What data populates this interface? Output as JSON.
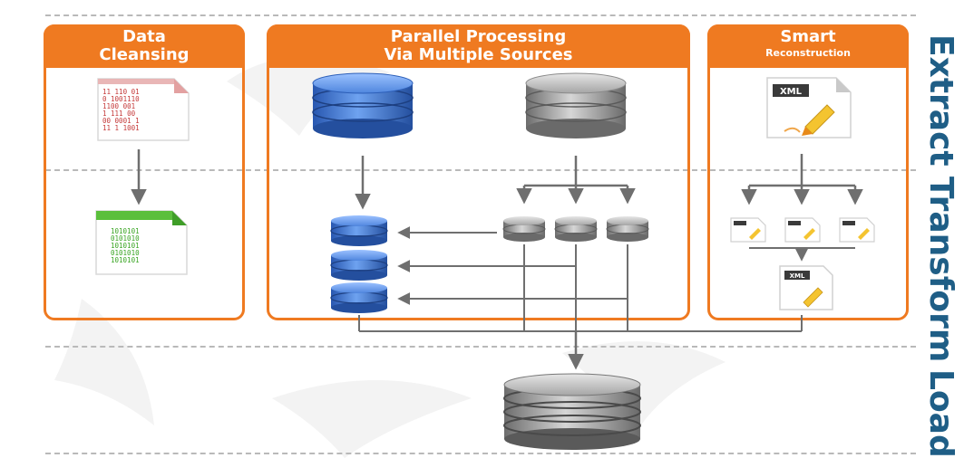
{
  "panels": {
    "cleansing": {
      "title_line1": "Data",
      "title_line2": "Cleansing"
    },
    "parallel": {
      "title_line1": "Parallel Processing",
      "title_line2": "Via Multiple Sources"
    },
    "smart": {
      "title_line1": "Smart",
      "title_line2": "Reconstruction"
    }
  },
  "stages": {
    "extract": "Extract",
    "transform": "Transform",
    "load": "Load"
  },
  "docs": {
    "red": [
      "11 110 01",
      "0 1001110",
      "1100 001",
      "1 111 00",
      "00 0001 1",
      "11 1 1001"
    ],
    "green": [
      "1010101",
      "0101010",
      "1010101",
      "0101010",
      "1010101"
    ],
    "xml": "XML"
  },
  "colors": {
    "accent": "#ef7a21",
    "stage_text": "#1f5e86",
    "db_blue": "#3f78d3",
    "db_gray": "#9a9a9a",
    "arrow": "#6f6f6f",
    "divider": "#b9b9b9"
  }
}
